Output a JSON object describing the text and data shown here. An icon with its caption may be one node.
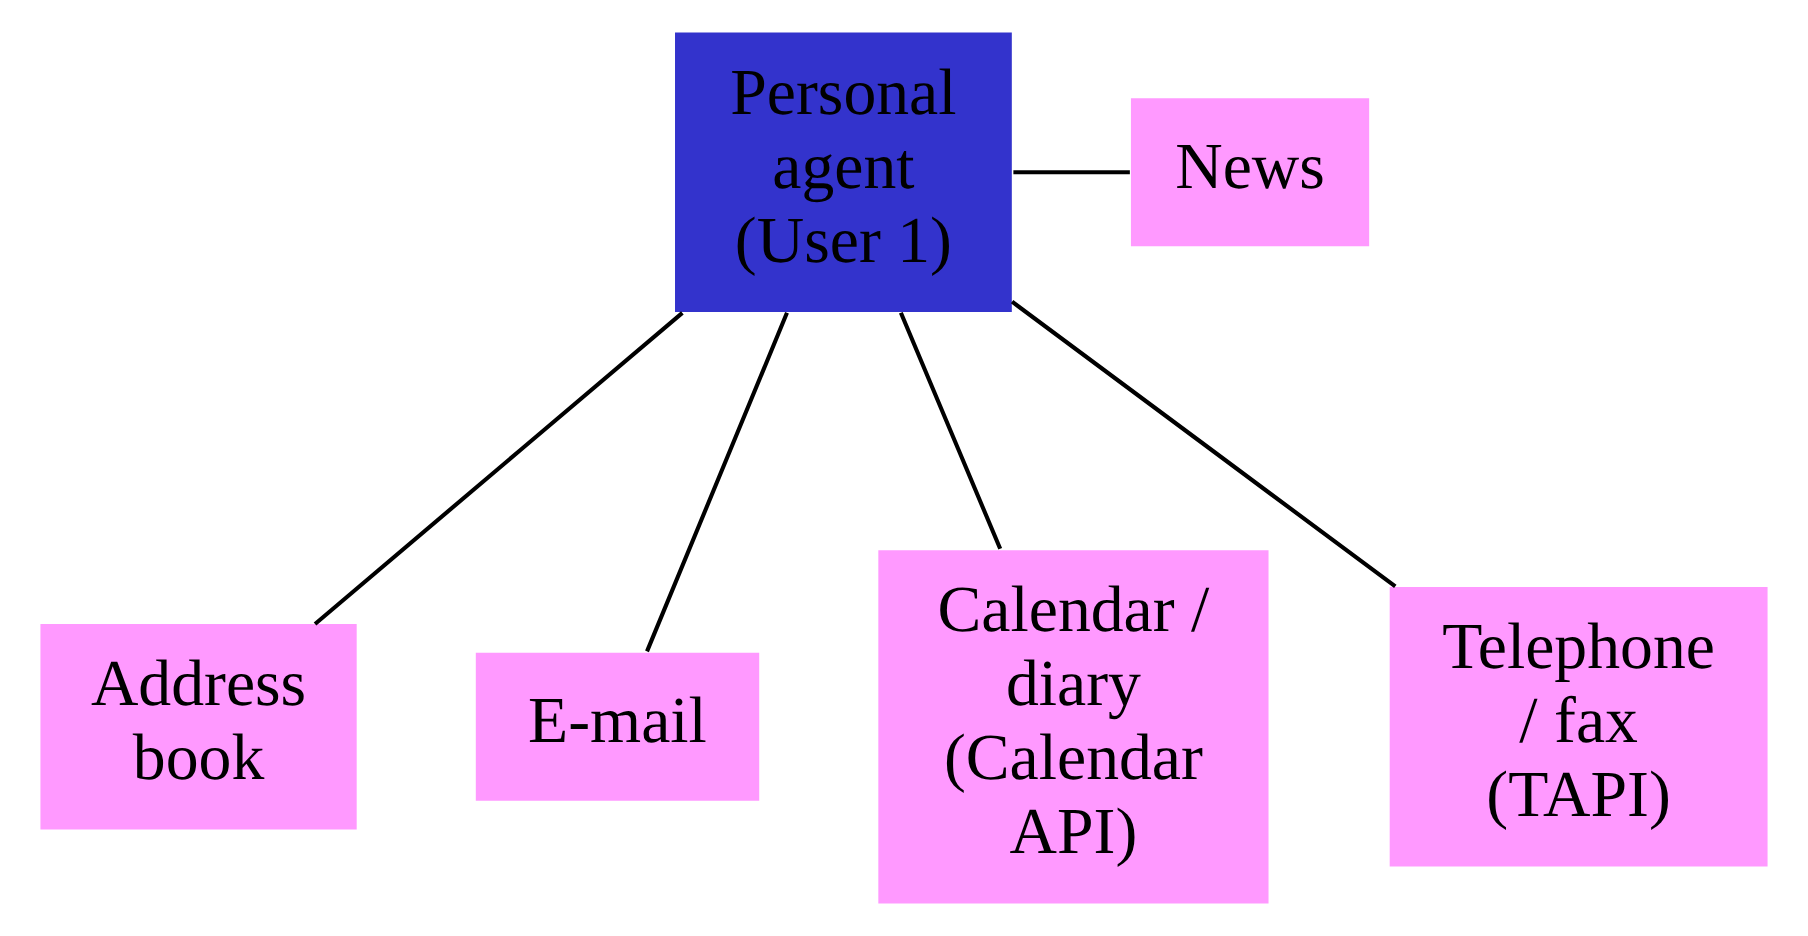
{
  "diagram": {
    "nodes": [
      {
        "text": [
          "Personal agent (User 1)"
        ]
      },
      {
        "text": [
          "News"
        ]
      },
      {
        "text": [
          "Address book"
        ]
      },
      {
        "text": [
          "E-mail"
        ]
      },
      {
        "text": [
          "Calendar / diary",
          "(Calendar API)"
        ]
      },
      {
        "text": [
          "Telephone / fax",
          "(TAPI)"
        ]
      }
    ],
    "edges": [
      {
        "from": 0,
        "to": 1,
        "arrow": "none"
      },
      {
        "from": 0,
        "to": 2,
        "arrow": "none"
      },
      {
        "from": 0,
        "to": 3,
        "arrow": "none"
      },
      {
        "from": 0,
        "to": 4,
        "arrow": "none"
      },
      {
        "from": 0,
        "to": 5,
        "arrow": "none"
      }
    ]
  }
}
